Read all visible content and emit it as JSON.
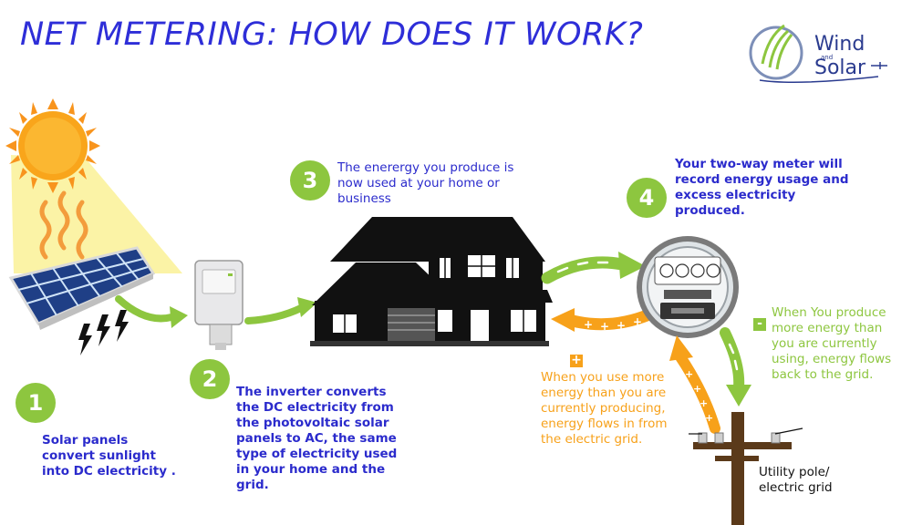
{
  "title": "NET METERING: HOW DOES IT WORK?",
  "logo": {
    "line1": "Wind",
    "line2": "and",
    "line3": "Solar"
  },
  "steps": [
    {
      "number": "1",
      "text_lines": [
        "Solar panels",
        "convert sunlight",
        "into DC electricity ."
      ]
    },
    {
      "number": "2",
      "text_lines": [
        "The inverter converts",
        "the DC electricity from",
        "the photovoltaic solar",
        "panels to AC, the same",
        "type of electricity used",
        "in your home and the",
        "grid."
      ]
    },
    {
      "number": "3",
      "text_lines": [
        "The enerergy you produce is",
        "now used at your home or",
        "business"
      ]
    },
    {
      "number": "4",
      "text_lines": [
        "Your two-way meter will",
        "record energy usage and",
        "excess electricity",
        "produced."
      ]
    }
  ],
  "minus_note": {
    "sign": "-",
    "text_lines": [
      "When You produce",
      "more energy than",
      "you are currently",
      "using, energy flows",
      "back to the grid."
    ]
  },
  "plus_note": {
    "sign": "+",
    "text_lines": [
      "When you use more",
      "energy than you are",
      "currently producing,",
      "energy flows in from",
      "the electric grid."
    ]
  },
  "pole_label": {
    "text_lines": [
      "Utility pole/",
      "electric grid"
    ]
  },
  "colors": {
    "title": "#2e2ed8",
    "badge": "#8dc63f",
    "step_text": "#2b2bcc",
    "export_green": "#8dc63f",
    "import_orange": "#f7a11a"
  }
}
